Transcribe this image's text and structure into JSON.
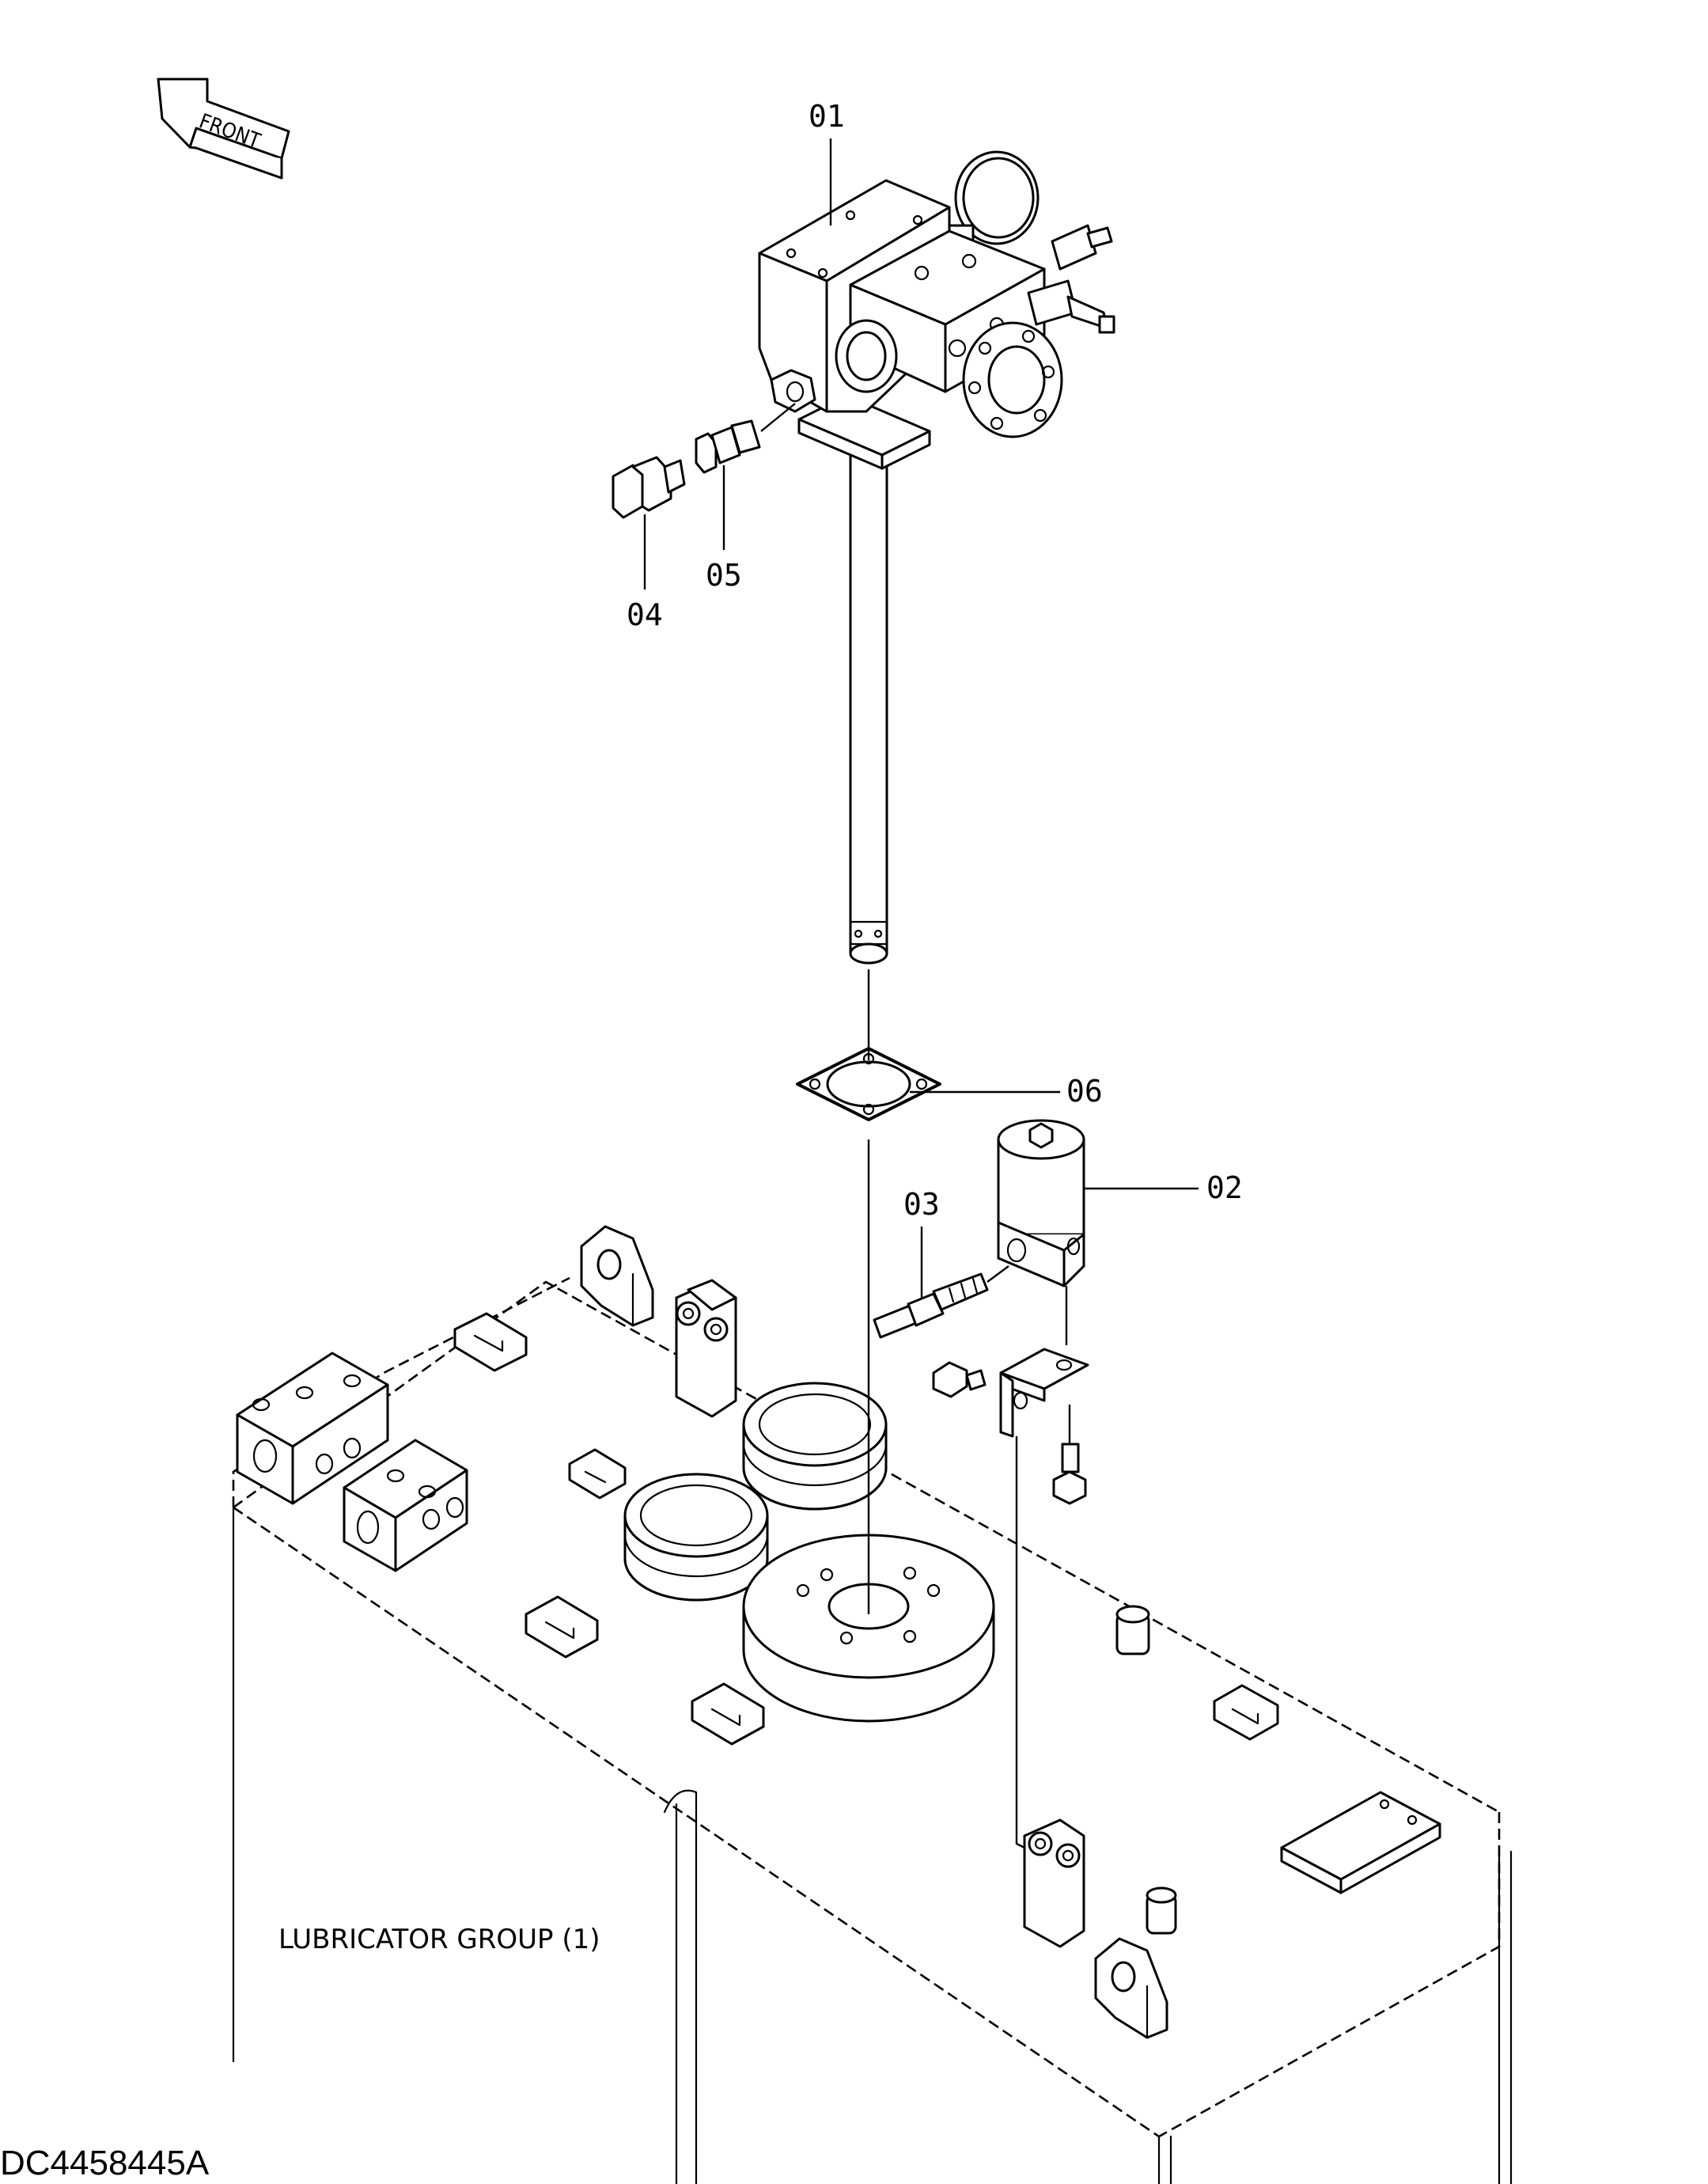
{
  "diagram": {
    "front_label": "FRONT",
    "callouts": {
      "p01": "01",
      "p02": "02",
      "p03": "03",
      "p04": "04",
      "p05": "05",
      "p06": "06"
    },
    "group_caption": "LUBRICATOR GROUP (1)",
    "drawing_code": "DC4458445A"
  }
}
